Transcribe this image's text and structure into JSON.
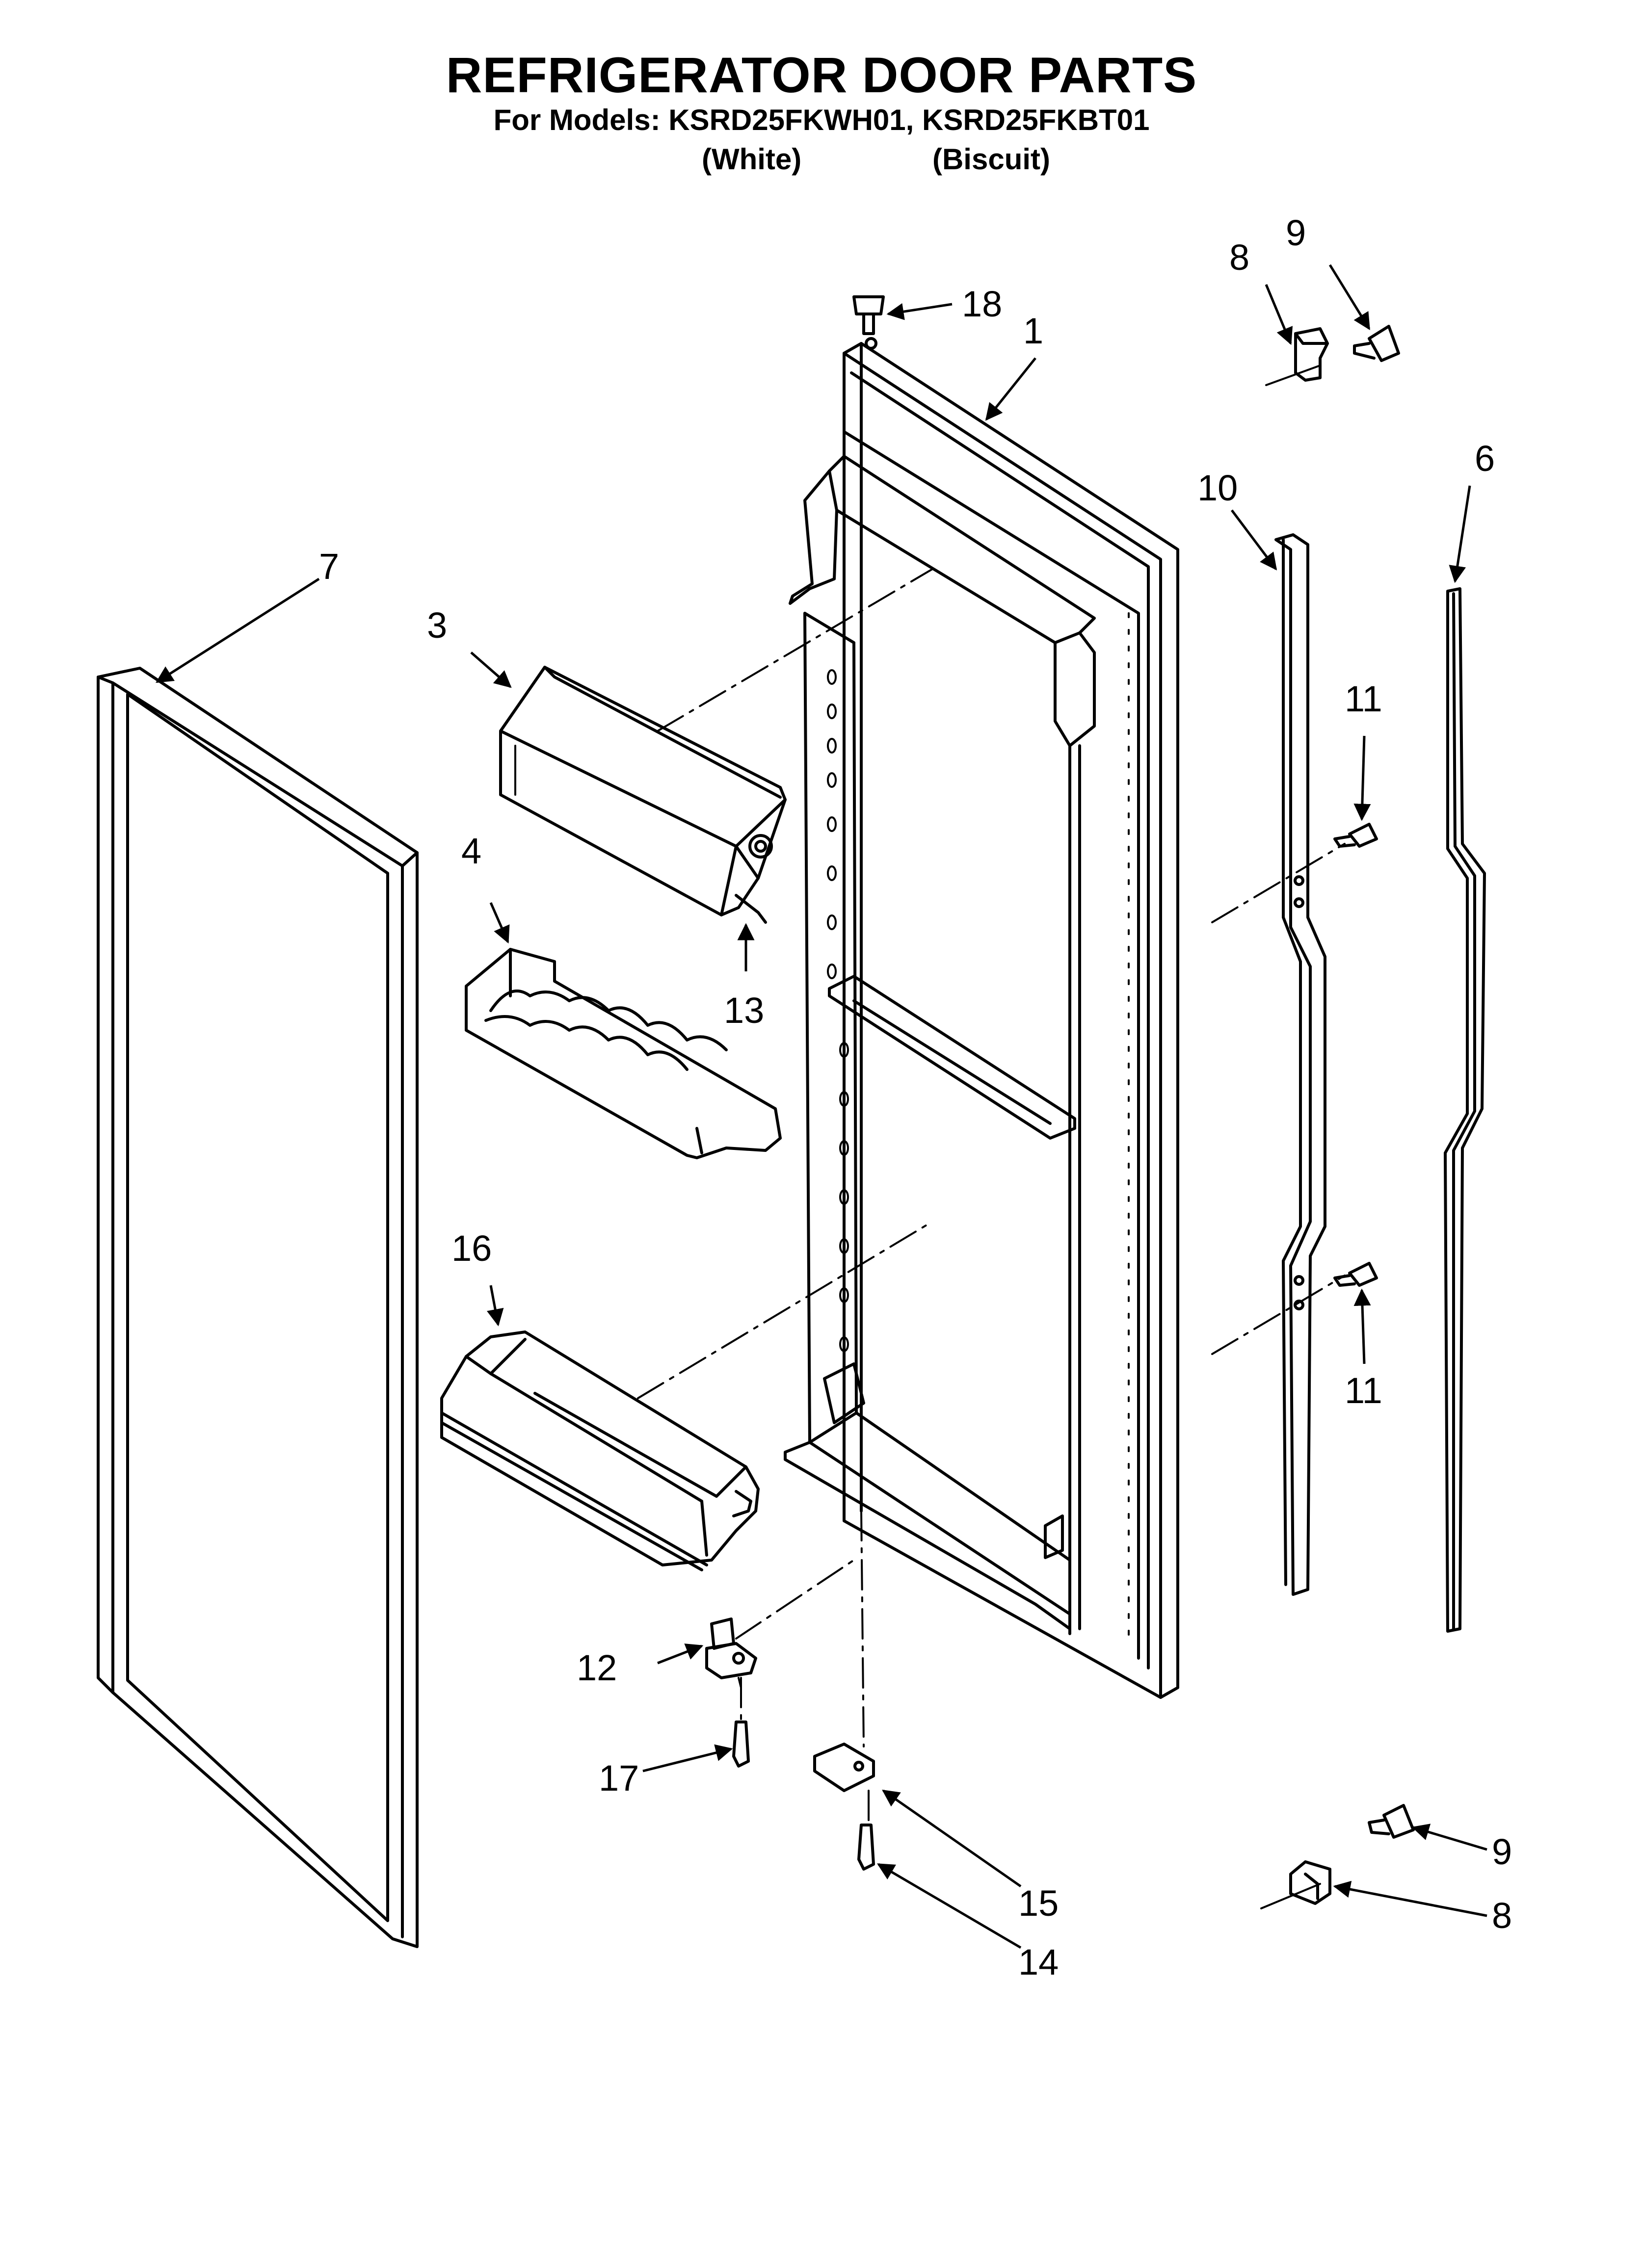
{
  "header": {
    "title": "REFRIGERATOR DOOR PARTS",
    "models_line": "For Models: KSRD25FKWH01, KSRD25FKBT01",
    "color_white": "(White)",
    "color_biscuit": "(Biscuit)"
  },
  "callouts": {
    "c1": "1",
    "c3": "3",
    "c4": "4",
    "c6": "6",
    "c7": "7",
    "c8a": "8",
    "c8b": "8",
    "c9a": "9",
    "c9b": "9",
    "c10": "10",
    "c11a": "11",
    "c11b": "11",
    "c12": "12",
    "c13": "13",
    "c14": "14",
    "c15": "15",
    "c16": "16",
    "c17": "17",
    "c18": "18"
  }
}
